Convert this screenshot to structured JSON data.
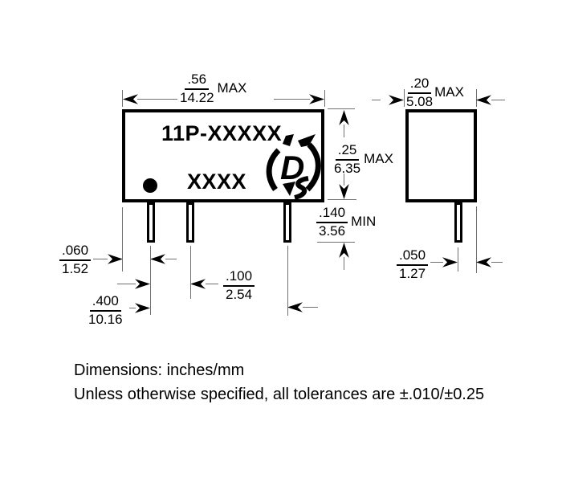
{
  "front_view": {
    "part_number": "11P-XXXXX",
    "date_code": "XXXX",
    "logo_letter": "D",
    "dims": {
      "width": {
        "in": ".56",
        "mm": "14.22",
        "qual": "MAX"
      },
      "height": {
        "in": ".25",
        "mm": "6.35",
        "qual": "MAX"
      },
      "pin_length": {
        "in": ".140",
        "mm": "3.56",
        "qual": "MIN"
      },
      "pin1_edge_offset": {
        "in": ".060",
        "mm": "1.52"
      },
      "pin_pitch": {
        "in": ".100",
        "mm": "2.54"
      },
      "pin_span": {
        "in": ".400",
        "mm": "10.16"
      }
    }
  },
  "side_view": {
    "dims": {
      "depth": {
        "in": ".20",
        "mm": "5.08",
        "qual": "MAX"
      },
      "pin_edge_offset": {
        "in": ".050",
        "mm": "1.27"
      }
    }
  },
  "notes": {
    "line1": "Dimensions: inches/mm",
    "line2": "Unless otherwise specified, all tolerances are ±.010/±0.25"
  },
  "colors": {
    "ink": "#000000",
    "thin_line": "#707070",
    "background": "#ffffff"
  }
}
